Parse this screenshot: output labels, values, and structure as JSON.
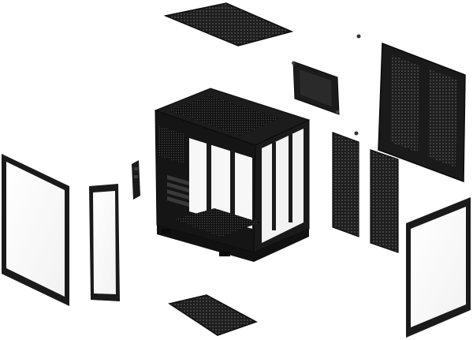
{
  "image": {
    "subject": "exploded-view-pc-case",
    "background_color": "#ffffff",
    "case_color": "#1a1a1a",
    "mesh_color": "#2b2b2b",
    "glass_color": "#ffffff"
  },
  "parts": [
    {
      "name": "top-dust-filter"
    },
    {
      "name": "rear-fan-bracket"
    },
    {
      "name": "right-side-steel-panel"
    },
    {
      "name": "main-chassis"
    },
    {
      "name": "io-bracket"
    },
    {
      "name": "left-tempered-glass-panel"
    },
    {
      "name": "front-glass-panel"
    },
    {
      "name": "side-dust-filter-1"
    },
    {
      "name": "side-dust-filter-2"
    },
    {
      "name": "right-front-glass-panel"
    },
    {
      "name": "bottom-dust-filter"
    }
  ]
}
